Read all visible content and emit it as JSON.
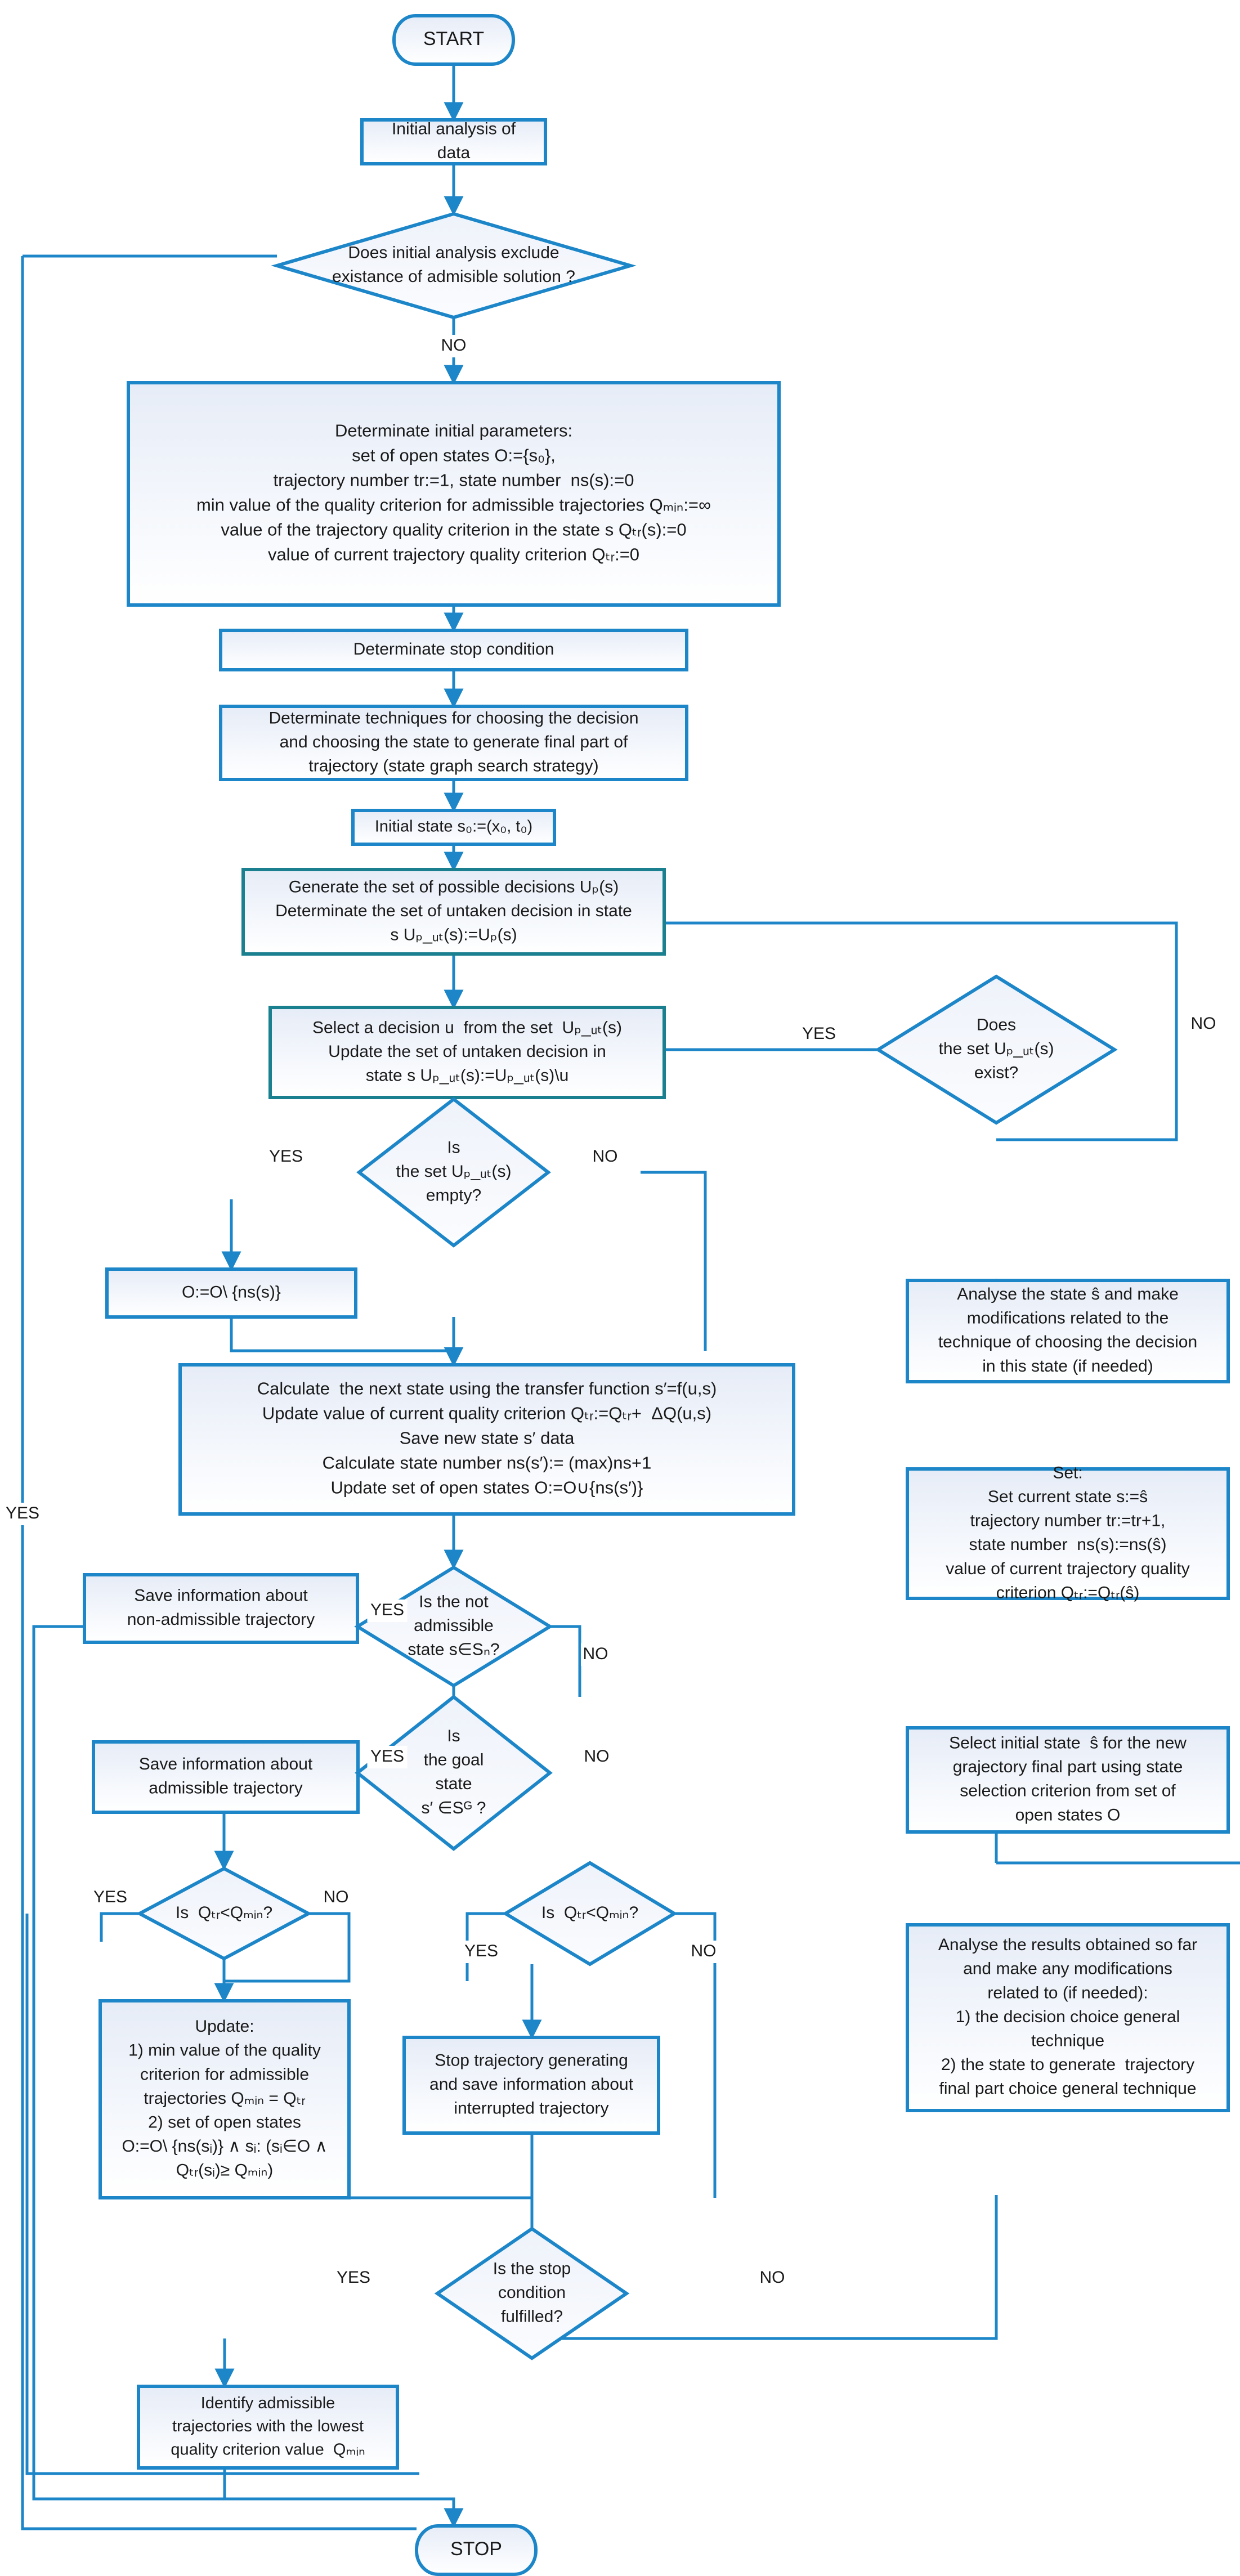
{
  "diagram": {
    "title": "Trajectory generation algorithm flowchart",
    "colors": {
      "stroke": "#1c86c8",
      "stroke_dark": "#0f7ab5",
      "teal_stroke": "#1a7f8e",
      "fill_light": "#f2f5fb",
      "fill_grad_top": "#e8eef7",
      "fill_white": "#ffffff",
      "text": "#1a1a1a"
    },
    "terminators": [
      {
        "id": "start",
        "label": "START"
      },
      {
        "id": "stop",
        "label": "STOP"
      }
    ],
    "processes": [
      {
        "id": "initial-analysis",
        "lines": [
          "Initial analysis of",
          "data"
        ]
      },
      {
        "id": "determinate-initial-parameters",
        "lines": [
          "Determinate initial parameters:",
          "set of open states O:={s₀},",
          "trajectory number tr:=1, state number  ns(s):=0",
          "min value of the quality criterion for admissible trajectories Qₘᵢₙ:=∞",
          "value of the trajectory quality criterion in the state s Qₜᵣ(s):=0",
          "value of current trajectory quality criterion Qₜᵣ:=0"
        ]
      },
      {
        "id": "determinate-stop-condition",
        "lines": [
          "Determinate stop condition"
        ]
      },
      {
        "id": "determinate-techniques",
        "lines": [
          "Determinate techniques for choosing the decision",
          "and choosing the state to generate final part of",
          "trajectory (state graph search strategy)"
        ]
      },
      {
        "id": "initial-state",
        "lines": [
          "Initial state s₀:=(x₀, t₀)"
        ]
      },
      {
        "id": "generate-possible-decisions",
        "lines": [
          "Generate the set of possible decisions Uₚ(s)",
          "Determinate the set of untaken decision in state",
          "s Uₚ_ᵤₜ(s):=Uₚ(s)"
        ]
      },
      {
        "id": "select-decision",
        "lines": [
          "Select a decision u  from the set  Uₚ_ᵤₜ(s)",
          "Update the set of untaken decision in",
          "state s Uₚ_ᵤₜ(s):=Uₚ_ᵤₜ(s)\\u"
        ]
      },
      {
        "id": "remove-open-state",
        "lines": [
          "O:=O\\ {ns(s)}"
        ]
      },
      {
        "id": "calculate-next-state",
        "lines": [
          "Calculate  the next state using the transfer function s′=f(u,s)",
          "Update value of current quality criterion Qₜᵣ:=Qₜᵣ+  ΔQ(u,s)",
          "Save new state s′ data",
          "Calculate state number ns(s′):= (max)ns+1",
          "Update set of open states O:=O∪{ns(s′)}"
        ]
      },
      {
        "id": "save-non-admissible",
        "lines": [
          "Save information about",
          "non-admissible trajectory"
        ]
      },
      {
        "id": "save-admissible",
        "lines": [
          "Save information about",
          "admissible trajectory"
        ]
      },
      {
        "id": "update-min-and-open",
        "lines": [
          "Update:",
          "1) min value of the quality",
          "criterion for admissible",
          "trajectories Qₘᵢₙ = Qₜᵣ",
          "2) set of open states",
          "O:=O\\ {ns(sᵢ)} ∧ sᵢ: (sᵢ∈O ∧",
          "Qₜᵣ(sᵢ)≥ Qₘᵢₙ)"
        ]
      },
      {
        "id": "stop-trajectory-generating",
        "lines": [
          "Stop trajectory generating",
          "and save information about",
          "interrupted trajectory"
        ]
      },
      {
        "id": "identify-admissible",
        "lines": [
          "Identify admissible",
          "trajectories with the lowest",
          "quality criterion value  Qₘᵢₙ"
        ]
      },
      {
        "id": "analyse-state-modifications",
        "lines": [
          "Analyse the state ŝ and make",
          "modifications related to the",
          "technique of choosing the decision",
          "in this state (if needed)"
        ]
      },
      {
        "id": "set-current-state",
        "lines": [
          "Set:",
          "Set current state s:=ŝ",
          "trajectory number tr:=tr+1,",
          "state number  ns(s):=ns(ŝ)",
          "value of current trajectory quality",
          "criterion Qₜᵣ:=Qₜᵣ(ŝ)"
        ]
      },
      {
        "id": "select-initial-state-new",
        "lines": [
          "Select initial state  ŝ for the new",
          "grajectory final part using state",
          "selection criterion from set of",
          "open states O"
        ]
      },
      {
        "id": "analyse-results",
        "lines": [
          "Analyse the results obtained so far",
          "and make any modifications",
          "related to (if needed):",
          "1) the decision choice general",
          "technique",
          "2) the state to generate  trajectory",
          "final part choice general technique"
        ]
      }
    ],
    "decisions": [
      {
        "id": "initial-analysis-excludes",
        "lines": [
          "Does initial analysis exclude",
          "existance of admisible solution ?"
        ]
      },
      {
        "id": "set-exists",
        "lines": [
          "Does",
          "the set Uₚ_ᵤₜ(s)",
          "exist?"
        ]
      },
      {
        "id": "set-empty",
        "lines": [
          "Is",
          "the set Uₚ_ᵤₜ(s)",
          "empty?"
        ]
      },
      {
        "id": "not-admissible-state",
        "lines": [
          "Is the not",
          "admissible",
          "state s∈Sₙ?"
        ]
      },
      {
        "id": "goal-state",
        "lines": [
          "Is",
          "the goal",
          "state",
          "s′ ∈Sᴳ ?"
        ]
      },
      {
        "id": "qtr-lt-qmin-left",
        "lines": [
          "Is  Qₜᵣ<Qₘᵢₙ?"
        ]
      },
      {
        "id": "qtr-lt-qmin-right",
        "lines": [
          "Is  Qₜᵣ<Qₘᵢₙ?"
        ]
      },
      {
        "id": "stop-condition-fulfilled",
        "lines": [
          "Is the stop",
          "condition",
          "fulfilled?"
        ]
      }
    ],
    "edge_labels": {
      "no_initial_analysis": "NO",
      "no_set_exists": "NO",
      "yes_set_exists": "YES",
      "yes_set_empty": "YES",
      "no_set_empty": "NO",
      "yes_not_admissible": "YES",
      "no_not_admissible": "NO",
      "yes_goal": "YES",
      "no_goal": "NO",
      "yes_q_left": "YES",
      "no_q_left": "NO",
      "yes_q_right": "YES",
      "no_q_right": "NO",
      "yes_stop_condition": "YES",
      "no_stop_condition": "NO",
      "yes_outer_left": "YES"
    }
  }
}
